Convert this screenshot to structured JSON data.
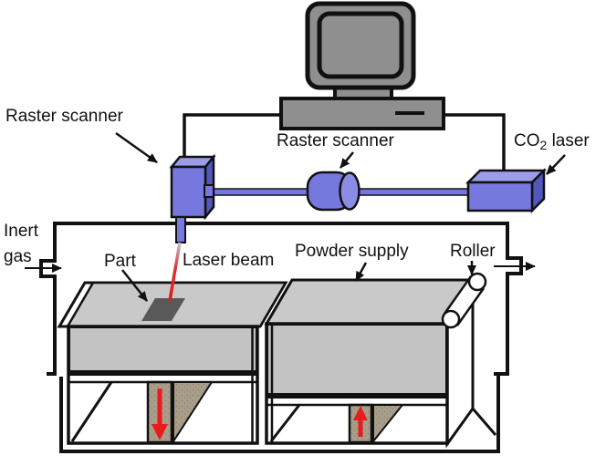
{
  "labels": {
    "raster_scanner_left": "Raster scanner",
    "raster_scanner_mid": "Raster scanner",
    "co2_prefix": "CO",
    "co2_sub": "2",
    "co2_suffix": " laser",
    "inert_line1": "Inert",
    "inert_line2": "gas",
    "part": "Part",
    "laser_beam": "Laser beam",
    "powder_supply": "Powder supply",
    "roller": "Roller"
  },
  "colors": {
    "device_blue": "#7678dd",
    "device_blue_light": "#9c9de9",
    "device_blue_dark": "#5356bb",
    "device_blue_cap": "#8b8ce6",
    "machine_gray": "#8f8f8f",
    "powder_gray_top": "#c9c9c9",
    "powder_gray_front": "#c3c3c3",
    "part_gray": "#595959",
    "piston_tan": "#a89e8b",
    "piston_speck": "#90866f",
    "arrow_red": "#e81c1c",
    "line_black": "#111111"
  }
}
